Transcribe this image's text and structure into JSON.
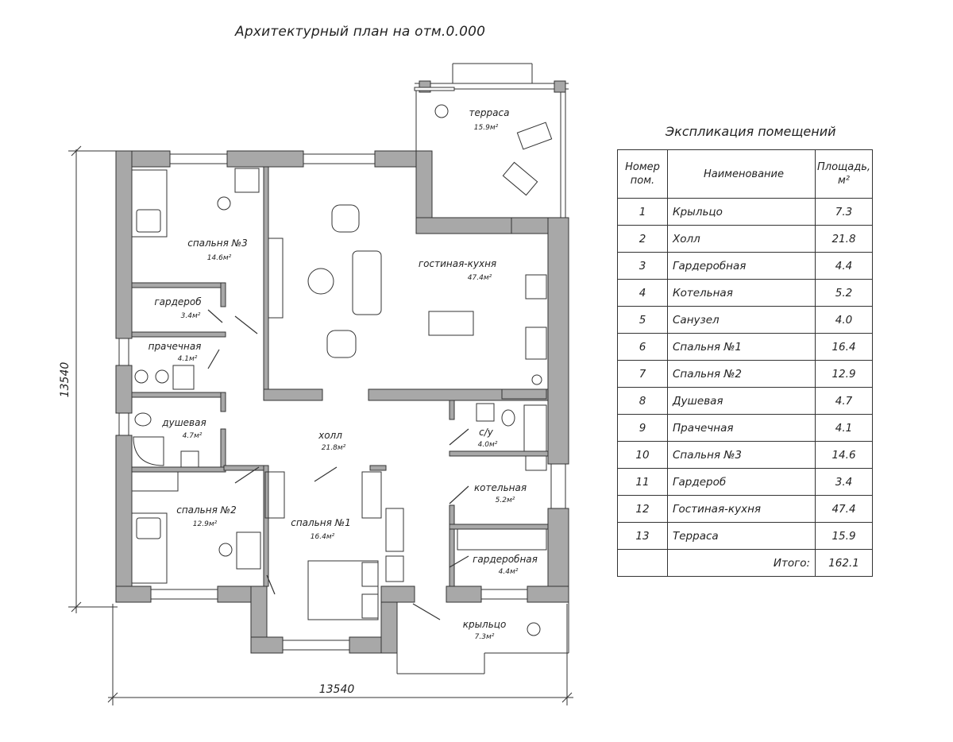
{
  "plan": {
    "title": "Архитектурный план на отм.0.000",
    "dimension_vertical": "13540",
    "dimension_horizontal": "13540",
    "rooms": [
      {
        "name": "терраса",
        "area": "15.9м²"
      },
      {
        "name": "спальня №3",
        "area": "14.6м²"
      },
      {
        "name": "гостиная-кухня",
        "area": "47.4м²"
      },
      {
        "name": "гардероб",
        "area": "3.4м²"
      },
      {
        "name": "прачечная",
        "area": "4.1м²"
      },
      {
        "name": "душевая",
        "area": "4.7м²"
      },
      {
        "name": "холл",
        "area": "21.8м²"
      },
      {
        "name": "с/у",
        "area": "4.0м²"
      },
      {
        "name": "котельная",
        "area": "5.2м²"
      },
      {
        "name": "спальня №2",
        "area": "12.9м²"
      },
      {
        "name": "спальня №1",
        "area": "16.4м²"
      },
      {
        "name": "гардеробная",
        "area": "4.4м²"
      },
      {
        "name": "крыльцо",
        "area": "7.3м²"
      }
    ]
  },
  "explication": {
    "title": "Экспликация помещений",
    "headers": {
      "number_line1": "Номер",
      "number_line2": "пом.",
      "name": "Наименование",
      "area_line1": "Площадь,",
      "area_line2": "м²"
    },
    "rows": [
      {
        "num": "1",
        "name": "Крыльцо",
        "area": "7.3"
      },
      {
        "num": "2",
        "name": "Холл",
        "area": "21.8"
      },
      {
        "num": "3",
        "name": "Гардеробная",
        "area": "4.4"
      },
      {
        "num": "4",
        "name": "Котельная",
        "area": "5.2"
      },
      {
        "num": "5",
        "name": "Санузел",
        "area": "4.0"
      },
      {
        "num": "6",
        "name": "Спальня №1",
        "area": "16.4"
      },
      {
        "num": "7",
        "name": "Спальня №2",
        "area": "12.9"
      },
      {
        "num": "8",
        "name": "Душевая",
        "area": "4.7"
      },
      {
        "num": "9",
        "name": "Прачечная",
        "area": "4.1"
      },
      {
        "num": "10",
        "name": "Спальня №3",
        "area": "14.6"
      },
      {
        "num": "11",
        "name": "Гардероб",
        "area": "3.4"
      },
      {
        "num": "12",
        "name": "Гостиная-кухня",
        "area": "47.4"
      },
      {
        "num": "13",
        "name": "Терраса",
        "area": "15.9"
      }
    ],
    "total_label": "Итого:",
    "total_value": "162.1"
  },
  "colors": {
    "wall": "#a8a8a8",
    "line": "#333333",
    "background": "#ffffff"
  }
}
